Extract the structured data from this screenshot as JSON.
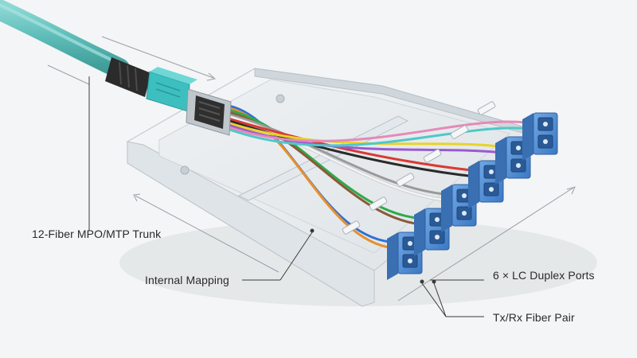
{
  "labels": {
    "trunk": "12-Fiber MPO/MTP Trunk",
    "mapping": "Internal Mapping",
    "ports": "6 × LC Duplex Ports",
    "txrx": "Tx/Rx Fiber Pair"
  },
  "colors": {
    "background": "#f4f5f6",
    "trunk_cable": "#6cc4c0",
    "mpo_connector": "#3dbfbf",
    "boot": "#2b2b2b",
    "lc_adapter": "#4f8fd6",
    "cassette_shell": "#e9edf0",
    "label_text": "#2a2a2a"
  },
  "fiber_colors": [
    "#2f6fd8",
    "#e8902a",
    "#2faa4a",
    "#8a5a3a",
    "#9a9a9a",
    "#f2f2f2",
    "#d93a34",
    "#2a2a2a",
    "#e8d32a",
    "#9b5ad0",
    "#e58ab8",
    "#4fc8c8"
  ],
  "port_count": 6
}
